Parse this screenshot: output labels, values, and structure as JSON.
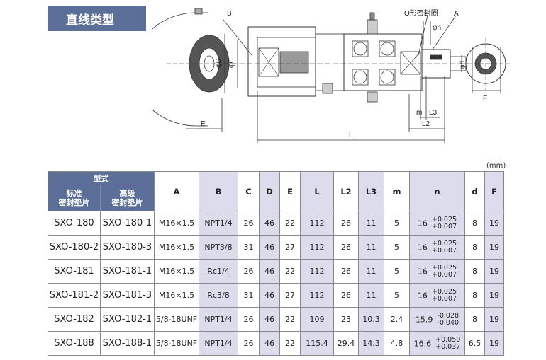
{
  "header": {
    "title": "直线类型",
    "unit": "(mm)"
  },
  "drawing_labels": {
    "B": "B",
    "O_ring": "O形密封圈",
    "A": "A",
    "phi_n": "φn",
    "phi_D": "φD",
    "phi_C": "φC",
    "phi_d": "φd",
    "F": "F",
    "m": "m",
    "L3": "L3",
    "L2": "L2",
    "E": "E",
    "L": "L"
  },
  "table": {
    "group_header": "型式",
    "sub_headers": {
      "standard": "标准\n密封垫片",
      "premium": "高级\n密封垫片"
    },
    "columns": [
      "A",
      "B",
      "C",
      "D",
      "E",
      "L",
      "L2",
      "L3",
      "m",
      "n",
      "d",
      "F"
    ],
    "rows": [
      {
        "standard": "SXO-180",
        "premium": "SXO-180-1",
        "A": "M16×1.5",
        "B": "NPT1/4",
        "C": "26",
        "D": "46",
        "E": "22",
        "L": "112",
        "L2": "26",
        "L3": "11",
        "m": "5",
        "n": "16",
        "n_tol_upper": "+0.025",
        "n_tol_lower": "+0.007",
        "d": "8",
        "F": "19"
      },
      {
        "standard": "SXO-180-2",
        "premium": "SXO-180-3",
        "A": "M16×1.5",
        "B": "NPT3/8",
        "C": "31",
        "D": "46",
        "E": "27",
        "L": "112",
        "L2": "26",
        "L3": "11",
        "m": "5",
        "n": "16",
        "n_tol_upper": "+0.025",
        "n_tol_lower": "+0.007",
        "d": "8",
        "F": "19"
      },
      {
        "standard": "SXO-181",
        "premium": "SXO-181-1",
        "A": "M16×1.5",
        "B": "Rc1/4",
        "C": "26",
        "D": "46",
        "E": "22",
        "L": "112",
        "L2": "26",
        "L3": "11",
        "m": "5",
        "n": "16",
        "n_tol_upper": "+0.025",
        "n_tol_lower": "+0.007",
        "d": "8",
        "F": "19"
      },
      {
        "standard": "SXO-181-2",
        "premium": "SXO-181-3",
        "A": "M16×1.5",
        "B": "Rc3/8",
        "C": "31",
        "D": "46",
        "E": "27",
        "L": "112",
        "L2": "26",
        "L3": "11",
        "m": "5",
        "n": "16",
        "n_tol_upper": "+0.025",
        "n_tol_lower": "+0.007",
        "d": "8",
        "F": "19"
      },
      {
        "standard": "SXO-182",
        "premium": "SXO-182-1",
        "A": "5/8-18UNF",
        "B": "NPT1/4",
        "C": "26",
        "D": "46",
        "E": "22",
        "L": "109",
        "L2": "23",
        "L3": "10.3",
        "m": "2.4",
        "n": "15.9",
        "n_tol_upper": "-0.028",
        "n_tol_lower": "-0.040",
        "d": "8",
        "F": "19"
      },
      {
        "standard": "SXO-188",
        "premium": "SXO-188-1",
        "A": "5/8-18UNF",
        "B": "NPT1/4",
        "C": "26",
        "D": "46",
        "E": "22",
        "L": "115.4",
        "L2": "29.4",
        "L3": "14.3",
        "m": "4.8",
        "n": "16.6",
        "n_tol_upper": "+0.050",
        "n_tol_lower": "+0.037",
        "d": "6.5",
        "F": "19"
      }
    ]
  }
}
